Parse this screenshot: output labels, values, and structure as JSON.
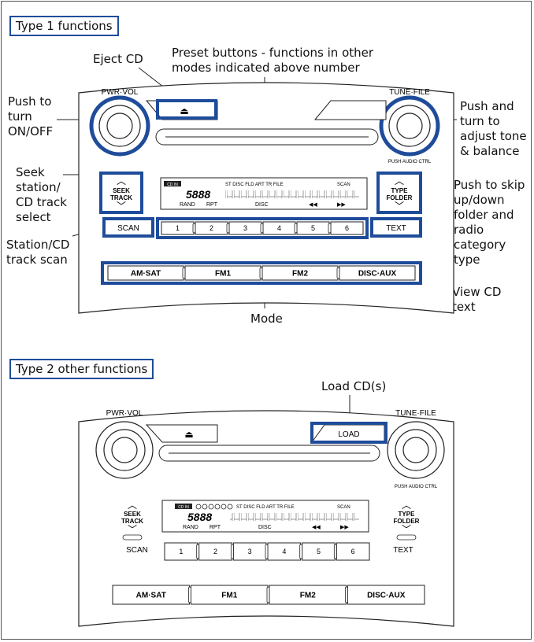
{
  "type1": {
    "title": "Type 1 functions",
    "callouts": {
      "eject": "Eject CD",
      "preset": "Preset buttons - functions in other\nmodes indicated above number",
      "power": "Push to\nturn\nON/OFF",
      "tone": "Push and\nturn to\nadjust tone\n& balance",
      "seek": "Seek\nstation/\nCD track\nselect",
      "skip": "Push to skip\nup/down\nfolder and\nradio\ncategory\ntype",
      "scan": "Station/CD\ntrack scan",
      "text": "View CD\ntext",
      "mode": "Mode"
    }
  },
  "type2": {
    "title": "Type 2 other functions",
    "callouts": {
      "load": "Load CD(s)"
    }
  },
  "radio": {
    "pwr_vol": "PWR·VOL",
    "tune_file": "TUNE·FILE",
    "push_audio": "PUSH AUDIO CTRL",
    "seek_top": "SEEK",
    "seek_bottom": "TRACK",
    "type_top": "TYPE",
    "type_bottom": "FOLDER",
    "scan": "SCAN",
    "text": "TEXT",
    "load": "LOAD",
    "eject_glyph": "⏏",
    "presets": [
      "1",
      "2",
      "3",
      "4",
      "5",
      "6"
    ],
    "modes": [
      "AM·SAT",
      "FM1",
      "FM2",
      "DISC·AUX"
    ],
    "display": {
      "cd_in": "CD IN",
      "status": "ST  DISC    FLD ART  TR  FILE",
      "scan": "SCAN",
      "rand": "RAND",
      "rpt": "RPT",
      "disc": "DISC",
      "digits": "5888"
    }
  },
  "colors": {
    "highlight": "#1f4c9a",
    "line": "#222222"
  }
}
